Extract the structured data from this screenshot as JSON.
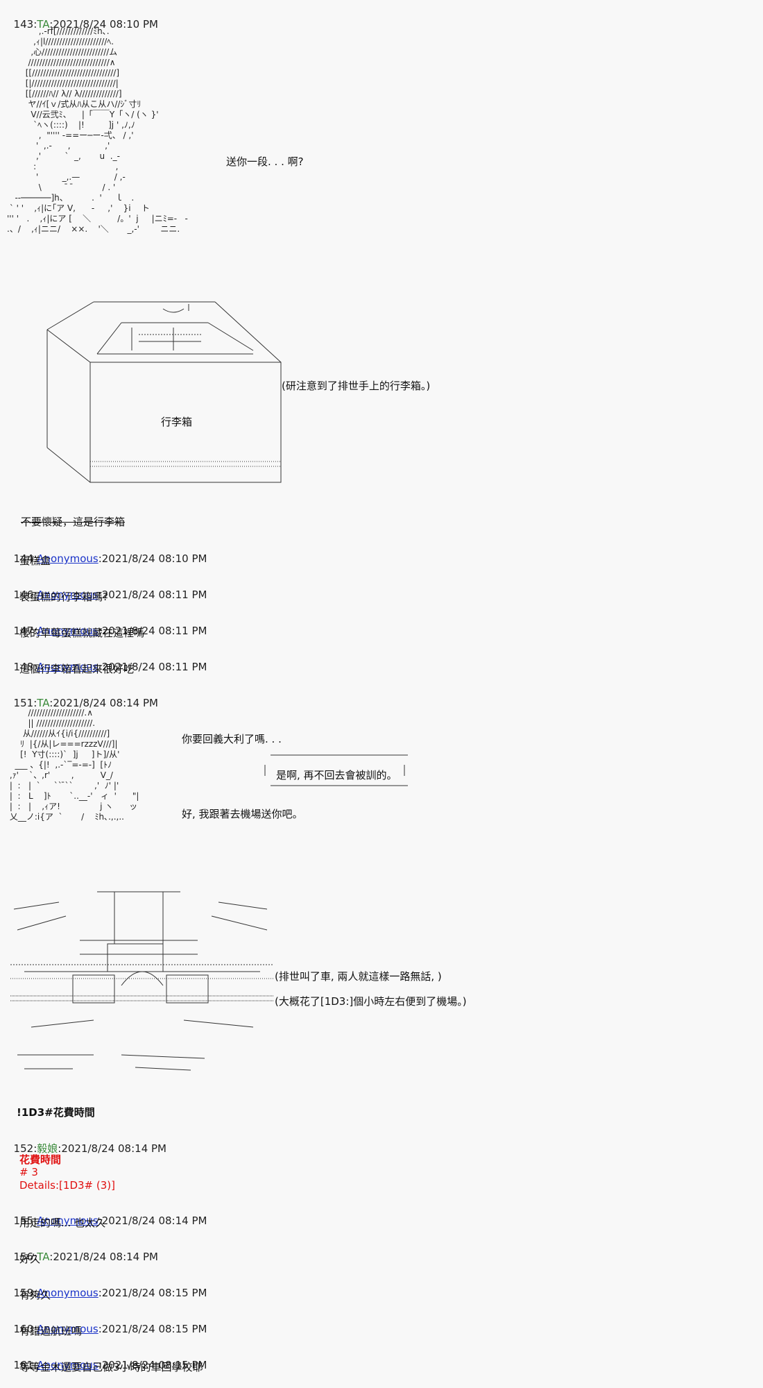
{
  "posts": {
    "p143": {
      "num": "143",
      "name": "TA",
      "date": "2021/8/24 08:10 PM"
    },
    "p144": {
      "num": "144",
      "name": "Anonymous",
      "date": "2021/8/24 08:10 PM",
      "body": "蛋糕盒"
    },
    "p146": {
      "num": "146",
      "name": "Anonymous",
      "date": "2021/8/24 08:11 PM",
      "body": "裝蛋糕的行李箱嗎?"
    },
    "p147": {
      "num": "147",
      "name": "Anonymous",
      "date": "2021/8/24 08:11 PM",
      "body": "櫻的草莓蛋糕就藏在這裡嗎"
    },
    "p148": {
      "num": "148",
      "name": "Anonymous",
      "date": "2021/8/24 08:11 PM",
      "body": "這個行李箱看起來很好吃"
    },
    "p151": {
      "num": "151",
      "name": "TA",
      "date": "2021/8/24 08:14 PM"
    },
    "p152": {
      "num": "152",
      "name": "毅娘",
      "date": "2021/8/24 08:14 PM"
    },
    "p155": {
      "num": "155",
      "name": "Anonymous",
      "date": "2021/8/24 08:14 PM",
      "body": "用走的嗎... 也太久"
    },
    "p156": {
      "num": "156",
      "name": "TA",
      "date": "2021/8/24 08:14 PM",
      "body": "好久"
    },
    "p159": {
      "num": "159",
      "name": "Anonymous",
      "date": "2021/8/24 08:15 PM",
      "body": "有夠久"
    },
    "p160": {
      "num": "160",
      "name": "Anonymous",
      "date": "2021/8/24 08:15 PM",
      "body": "有錯過航班嗎"
    },
    "p161": {
      "num": "161",
      "name": "Anonymous",
      "date": "2021/8/24 08:15 PM",
      "body": "等等金木還要自己做3小時的車回學校耶"
    }
  },
  "lines": {
    "send": "送你一段. . . 啊?",
    "noticed": "(研注意到了排世手上的行李箱。)",
    "luggage_label": "行李箱",
    "no_doubt": "不要懷疑，這是行李箱",
    "italy": "你要回義大利了嗎. . .",
    "yes": "是啊, 再不回去會被訓的。",
    "airport_send": "好, 我跟著去機場送你吧。",
    "car": "(排世叫了車, 兩人就這樣一路無話, )",
    "hours": "(大概花了[1D3:]個小時左右便到了機場。)",
    "dice_cmd": "!1D3#花費時間",
    "dice_title": "花費時間",
    "dice_result": "# 3",
    "dice_details": "Details:[1D3# (3)]"
  },
  "aa": {
    "face1": "            ,.-rf[/////////////ﾐh､.\n          ,ｨ|l//////////////////////ﾍ.\n         ,心////////////////////////ム\n        /////////////////////////////∧\n       [[//////////////////////////////]\n       [|//////////////////////////////|\n       [[//////ﾊ// λ// λ//////////////]\n        ヤ//ｲ[ｖ/式从ﾊ从こ从ハ//ｼﾞ寸ﾘ\n         V//云弐ﾐ、    |「￣￣Y「ヽ/ (ヽ }'\n          `ﾍヽ(::::)    |!         ]j ' ,ﾉ,ﾉ\n            ,  \"'''' -==ー─ー-弌、 / ,'\n           '  ,.-      ,             ,'\n           ,'         `  _,       u  ._-\n          :                              ,\n           '         _,.—             / ,-\n            \\          ̄  ̄           / . '\n   -‐──────]h、         .  '     ｌ   .\n ` ' '    ,ｨ|に｢ア V,      -     ,'    }i    ト\n''' '   .    ,ｨ|にア [    ＼          /。'  j     |ニﾐ=-   -\n.、/    ,ｨ|ニニ/    ××.    '＼       _,-'        ニニ.",
    "face2": "        ////////////////////.∧\n        || ////////////////////.\n      从//////从ｲ{i/i{//////////]\n     ﾘ  |{/从|レ===rzzzV///]|\n     [!  Y寸(::::)`  ]j     ]ト]/从'\n   ___ 、{|!  ,.-`‾=‐=‐]  [ﾄﾉ\n ,ｧ'    `、,r'        ,          V_/\n |  :   |  `     `` ̄``        ,'  ﾉ' |'\n |  :   L    ]ﾄ       `..__‐'   ィ  '      \"|\n |  :   |    ,ｨア!               j ヽ      ッ\n 乂__ノ:i{ア  `       /    ﾐh､.,.,.."
  }
}
